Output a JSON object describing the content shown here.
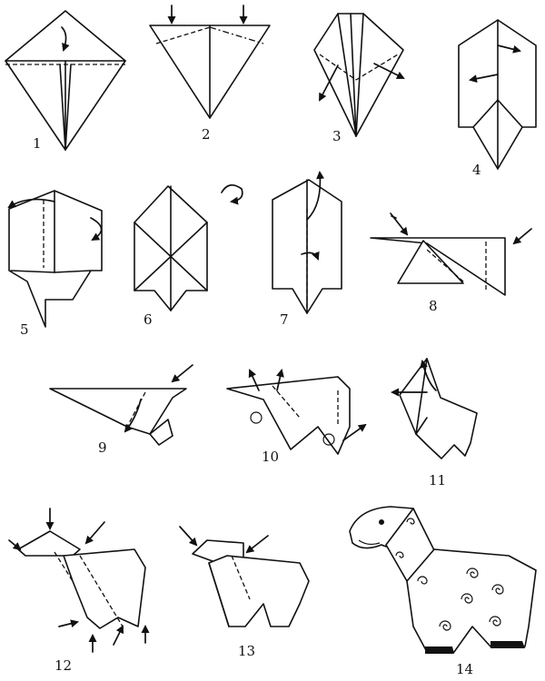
{
  "steps": [
    {
      "label": "1"
    },
    {
      "label": "2"
    },
    {
      "label": "3"
    },
    {
      "label": "4"
    },
    {
      "label": "5"
    },
    {
      "label": "6"
    },
    {
      "label": "7"
    },
    {
      "label": "8"
    },
    {
      "label": "9"
    },
    {
      "label": "10"
    },
    {
      "label": "11"
    },
    {
      "label": "12"
    },
    {
      "label": "13"
    },
    {
      "label": "14"
    }
  ]
}
